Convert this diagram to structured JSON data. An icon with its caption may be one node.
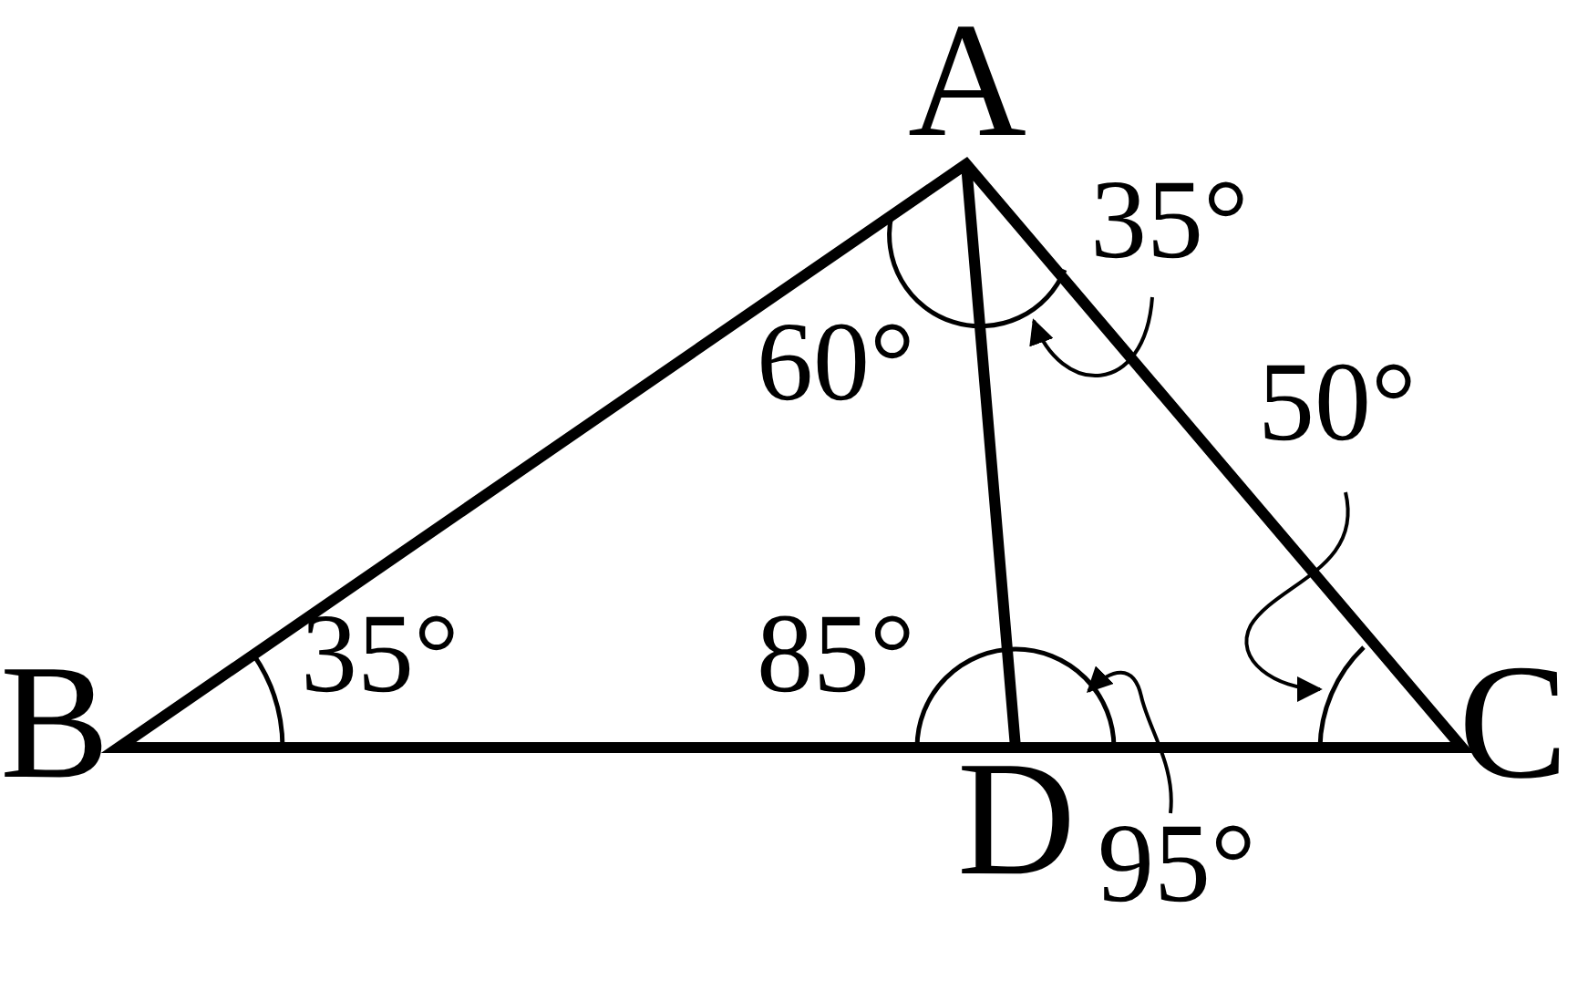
{
  "diagram": {
    "nodes": [
      {
        "text": [
          "35°"
        ]
      },
      {
        "text": [
          "50°"
        ]
      },
      {
        "text": [
          "95°"
        ]
      }
    ],
    "edges": [
      {
        "from": 0,
        "to": null,
        "arrow": "to"
      },
      {
        "from": 1,
        "to": null,
        "arrow": "to"
      },
      {
        "from": 2,
        "to": null,
        "arrow": "to"
      }
    ],
    "labels": [
      "A",
      "60°",
      "B",
      "35°",
      "85°",
      "C",
      "D"
    ]
  }
}
